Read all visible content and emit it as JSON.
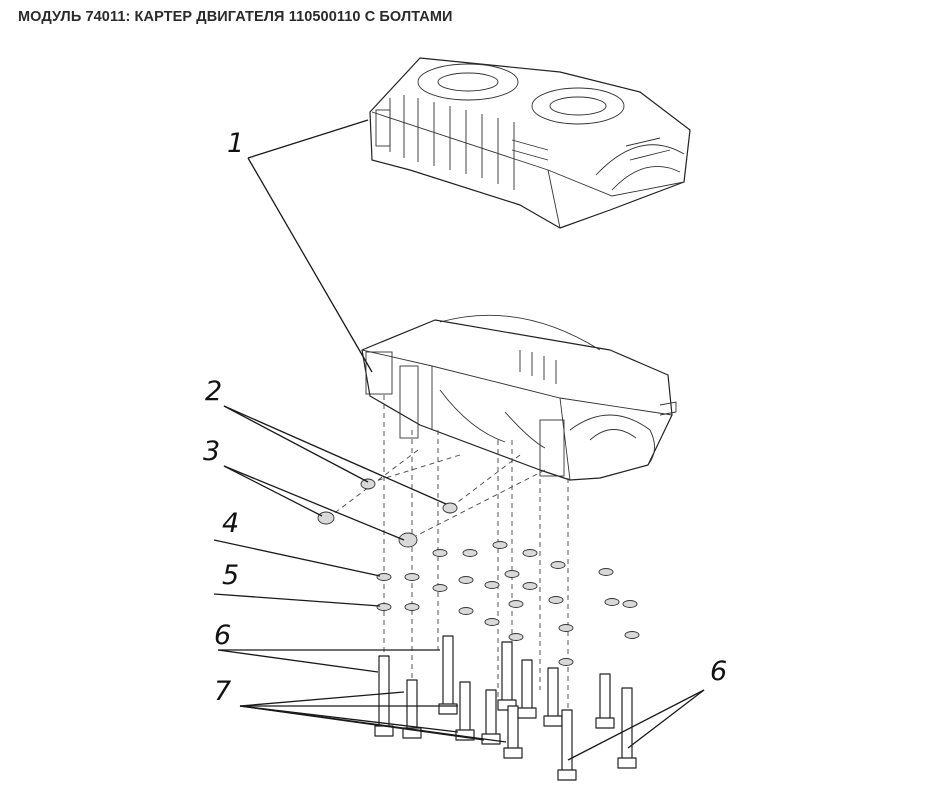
{
  "title": "МОДУЛЬ 74011: КАРТЕР ДВИГАТЕЛЯ 110500110 С БОЛТАМИ",
  "callouts": {
    "c1": "1",
    "c2": "2",
    "c3": "3",
    "c4": "4",
    "c5": "5",
    "c6a": "6",
    "c7": "7",
    "c6b": "6"
  }
}
